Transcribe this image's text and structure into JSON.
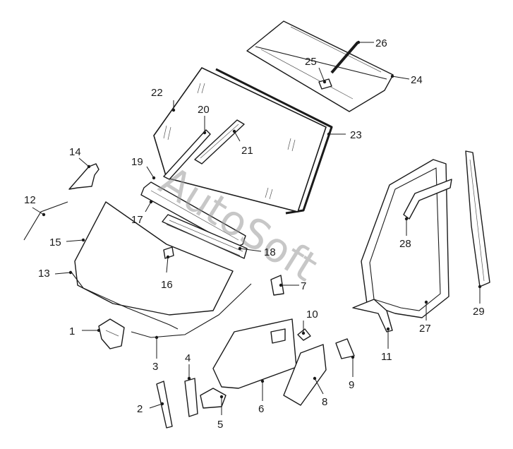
{
  "watermark": "AutoSoft",
  "callouts": {
    "c1": "1",
    "c2": "2",
    "c3": "3",
    "c4": "4",
    "c5": "5",
    "c6": "6",
    "c7": "7",
    "c8": "8",
    "c9": "9",
    "c10": "10",
    "c11": "11",
    "c12": "12",
    "c13": "13",
    "c14": "14",
    "c15": "15",
    "c16": "16",
    "c17": "17",
    "c18": "18",
    "c19": "19",
    "c20": "20",
    "c21": "21",
    "c22": "22",
    "c23": "23",
    "c24": "24",
    "c25": "25",
    "c26": "26",
    "c27": "27",
    "c28": "28",
    "c29": "29"
  }
}
